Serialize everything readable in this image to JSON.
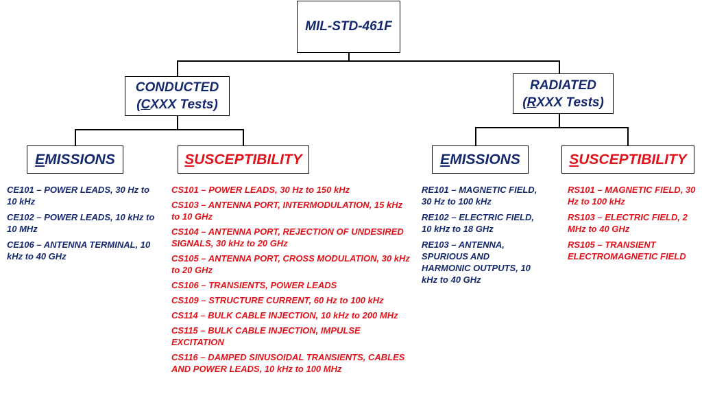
{
  "root": {
    "label": "MIL-STD-461F"
  },
  "conducted": {
    "line1": "CONDUCTED",
    "line2_open": "(",
    "line2_letter": "C",
    "line2_rest": "XXX Tests)",
    "emissions": {
      "initial": "E",
      "rest": "MISSIONS",
      "items": [
        "CE101 –  POWER LEADS, 30 Hz to 10 kHz",
        "CE102 –  POWER LEADS, 10 kHz to 10 MHz",
        "CE106 –  ANTENNA TERMINAL, 10 kHz to 40 GHz"
      ]
    },
    "susceptibility": {
      "initial": "S",
      "rest": "USCEPTIBILITY",
      "items": [
        "CS101 – POWER LEADS, 30 Hz to 150 kHz",
        "CS103 – ANTENNA PORT, INTERMODULATION, 15 kHz to 10 GHz",
        "CS104 – ANTENNA PORT, REJECTION OF UNDESIRED SIGNALS, 30 kHz to 20 GHz",
        "CS105 – ANTENNA PORT, CROSS MODULATION, 30 kHz to 20 GHz",
        "CS106 – TRANSIENTS, POWER LEADS",
        "CS109 – STRUCTURE CURRENT, 60 Hz to 100 kHz",
        "CS114 – BULK CABLE INJECTION, 10 kHz to 200 MHz",
        "CS115 – BULK CABLE INJECTION, IMPULSE EXCITATION",
        "CS116 – DAMPED SINUSOIDAL TRANSIENTS, CABLES AND POWER LEADS, 10 kHz to 100 MHz"
      ]
    }
  },
  "radiated": {
    "line1": "RADIATED",
    "line2_open": "(",
    "line2_letter": "R",
    "line2_rest": "XXX Tests)",
    "emissions": {
      "initial": "E",
      "rest": "MISSIONS",
      "items": [
        "RE101 – MAGNETIC FIELD, 30 Hz to 100 kHz",
        "RE102 – ELECTRIC FIELD, 10 kHz to 18 GHz",
        "RE103 – ANTENNA, SPURIOUS AND HARMONIC OUTPUTS, 10 kHz to 40 GHz"
      ]
    },
    "susceptibility": {
      "initial": "S",
      "rest": "USCEPTIBILITY",
      "items": [
        "RS101 – MAGNETIC FIELD, 30 Hz to 100 kHz",
        "RS103 – ELECTRIC FIELD, 2 MHz to 40 GHz",
        "RS105 – TRANSIENT ELECTROMAGNETIC FIELD"
      ]
    }
  },
  "colors": {
    "emissions": "#14286e",
    "susceptibility": "#e0131b",
    "connector": "#000000"
  }
}
